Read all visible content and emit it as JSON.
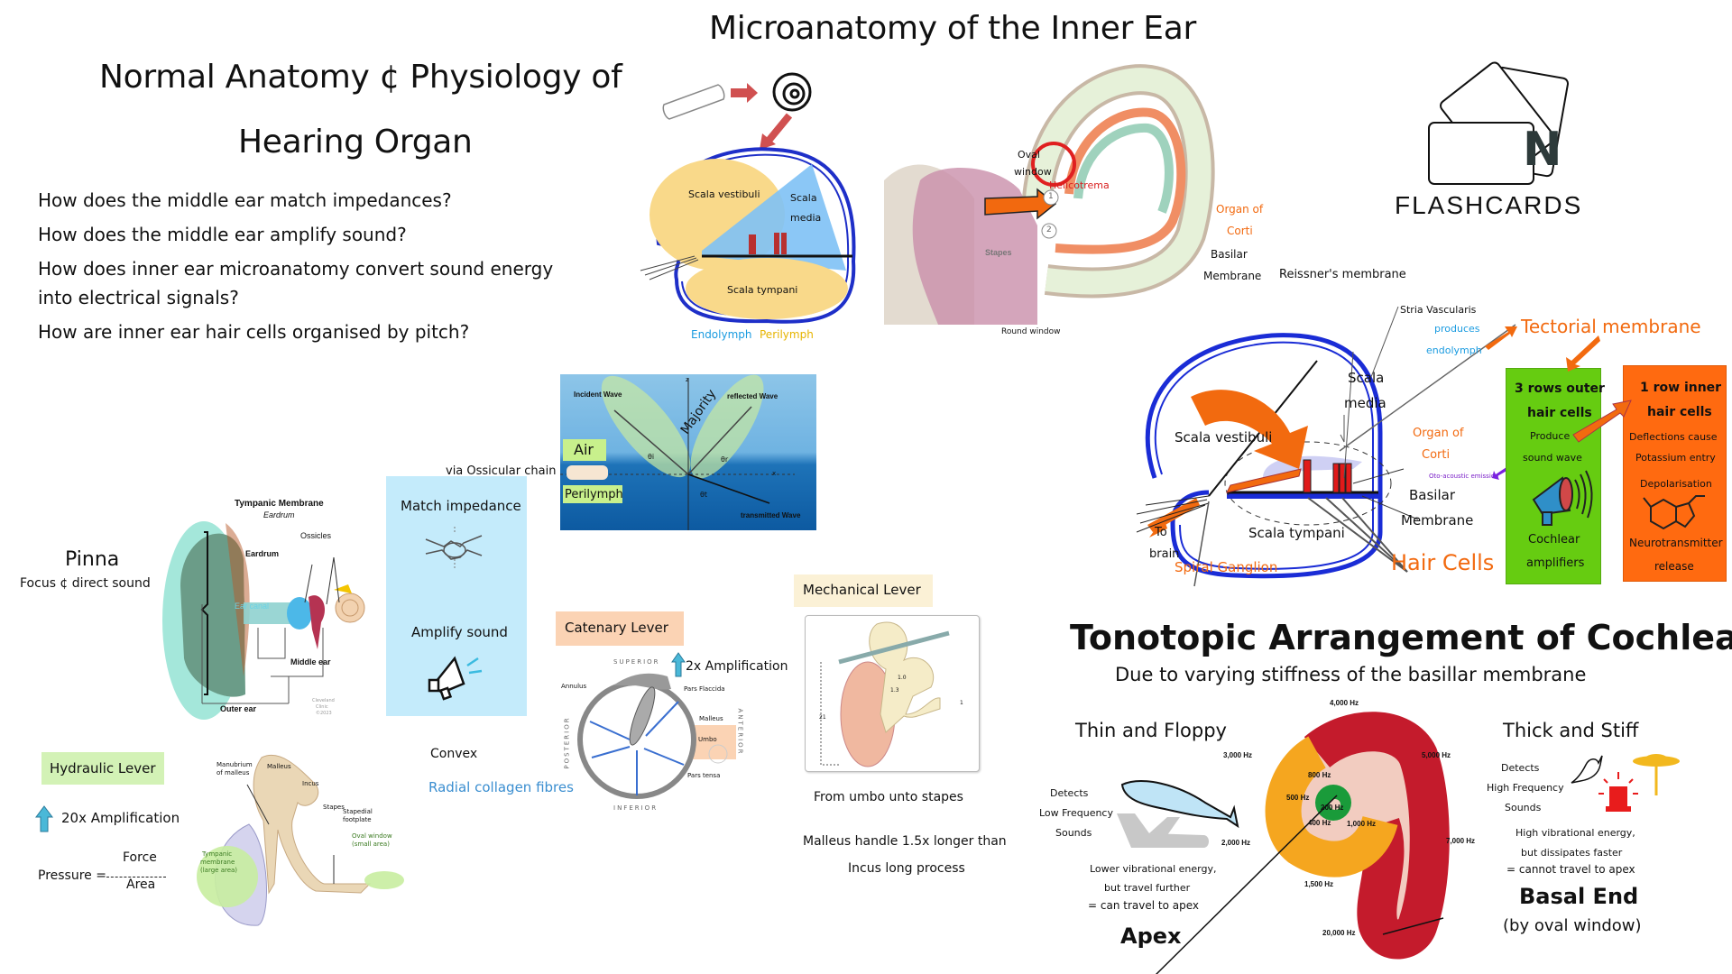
{
  "header": {
    "main_title_line1": "Normal Anatomy ¢ Physiology of",
    "main_title_line2": "Hearing Organ",
    "micro_title": "Microanatomy of the Inner Ear"
  },
  "questions": [
    "How does the middle ear match impedances?",
    "How does the middle ear amplify sound?",
    "How does inner ear microanatomy convert sound energy",
    "into electrical signals?",
    "How are inner ear hair cells organised by pitch?"
  ],
  "logo": {
    "text": "FLASHCARDS",
    "mark": "N"
  },
  "cross_section": {
    "scala_vestibuli": "Scala vestibuli",
    "scala_media_1": "Scala",
    "scala_media_2": "media",
    "scala_tympani": "Scala tympani",
    "legend_endolymph": "Endolymph",
    "legend_perilymph": "Perilymph"
  },
  "cochlea_spiral": {
    "oval_window_1": "Oval",
    "oval_window_2": "window",
    "helicotrema": "Helicotrema",
    "stapes": "Stapes",
    "round_window": "Round window",
    "organ_of_corti_1": "Organ of",
    "organ_of_corti_2": "Corti",
    "basilar_1": "Basilar",
    "basilar_2": "Membrane",
    "marker_1": "1",
    "marker_2": "2"
  },
  "organ_detail": {
    "reissner": "Reissner's membrane",
    "stria_1": "Stria Vascularis",
    "stria_2": "produces",
    "stria_3": "endolymph",
    "tectorial": "Tectorial membrane",
    "scala_media_1": "Scala",
    "scala_media_2": "media",
    "scala_vestibuli": "Scala vestibuli",
    "organ_of_corti_1": "Organ of",
    "organ_of_corti_2": "Corti",
    "oto": "Oto-acoustic emission",
    "basilar_1": "Basilar",
    "basilar_2": "Membrane",
    "to_brain_1": "To",
    "to_brain_2": "brain",
    "spiral_ganglion": "Spiral Ganglion",
    "scala_tympani": "Scala tympani",
    "hair_cells": "Hair Cells"
  },
  "outer_hair_cells": {
    "title_1": "3 rows outer",
    "title_2": "hair cells",
    "line_1": "Produce",
    "line_2": "sound wave",
    "line_3": "Cochlear",
    "line_4": "amplifiers",
    "color": "#66cc11"
  },
  "inner_hair_cells": {
    "title_1": "1 row inner",
    "title_2": "hair cells",
    "line_1": "Deflections cause",
    "line_2": "Potassium entry",
    "line_3": "Depolarisation",
    "line_4": "Neurotransmitter",
    "line_5": "release",
    "color": "#ff6a10"
  },
  "outer_ear": {
    "pinna": "Pinna",
    "pinna_sub": "Focus ¢ direct sound",
    "tm_title": "Tympanic Membrane",
    "tm_sub": "Eardrum",
    "ossicles": "Ossicles",
    "eardrum": "Eardrum",
    "ear_canal": "Ear canal",
    "middle_ear": "Middle ear",
    "outer_ear": "Outer ear",
    "credit_1": "Cleveland",
    "credit_2": "Clinic",
    "credit_3": "©2023"
  },
  "middle_ear_box": {
    "via": "via Ossicular chain",
    "match": "Match impedance",
    "amplify": "Amplify sound"
  },
  "wave_diagram": {
    "incident": "Incident Wave",
    "reflected": "reflected Wave",
    "transmitted": "transmitted Wave",
    "majority": "Majority",
    "air": "Air",
    "perilymph": "Perilymph",
    "z": "z",
    "x": "x",
    "theta_i": "θi",
    "theta_r": "θr",
    "theta_t": "θt"
  },
  "hydraulic": {
    "title": "Hydraulic Lever",
    "amp": "20x Amplification",
    "pressure": "Pressure =",
    "force": "Force",
    "area": "Area",
    "manubrium_1": "Manubrium",
    "manubrium_2": "of malleus",
    "malleus": "Malleus",
    "incus": "Incus",
    "stapes": "Stapes",
    "footplate_1": "Stapedial",
    "footplate_2": "footplate",
    "oval_1": "Oval window",
    "oval_2": "(small area)",
    "tm_1": "Tympanic",
    "tm_2": "membrane",
    "tm_3": "(large area)"
  },
  "catenary": {
    "title": "Catenary Lever",
    "amp": "2x Amplification",
    "convex": "Convex",
    "fibres": "Radial collagen fibres",
    "superior": "SUPERIOR",
    "inferior": "INFERIOR",
    "posterior": "POSTERIOR",
    "anterior": "ANTERIOR",
    "annulus": "Annulus",
    "pars_flaccida": "Pars Flaccida",
    "malleus": "Malleus",
    "umbo": "Umbo",
    "pars_tensa": "Pars tensa"
  },
  "mechanical": {
    "title": "Mechanical Lever",
    "caption": "From umbo unto stapes",
    "note_1": "Malleus handle 1.5x longer than",
    "note_2": "Incus long process",
    "dim_21": "21",
    "dim_13": "1.3",
    "dim_10": "1.0",
    "dim_1": "1"
  },
  "tonotopic": {
    "title": "Tonotopic Arrangement of Cochlea",
    "subtitle": "Due to varying stiffness of the basillar membrane",
    "left_heading": "Thin and Floppy",
    "left_detects_1": "Detects",
    "left_detects_2": "Low Frequency",
    "left_detects_3": "Sounds",
    "left_note_1": "Lower vibrational energy,",
    "left_note_2": "but travel further",
    "left_note_3": "= can travel to apex",
    "apex": "Apex",
    "right_heading": "Thick and Stiff",
    "right_detects_1": "Detects",
    "right_detects_2": "High Frequency",
    "right_detects_3": "Sounds",
    "right_note_1": "High vibrational energy,",
    "right_note_2": "but dissipates faster",
    "right_note_3": "= cannot travel to apex",
    "basal": "Basal End",
    "basal_sub": "(by oval window)",
    "freqs": {
      "f4000": "4,000 Hz",
      "f3000": "3,000 Hz",
      "f5000": "5,000 Hz",
      "f800": "800 Hz",
      "f500": "500 Hz",
      "f200": "200 Hz",
      "f400": "400 Hz",
      "f1000": "1,000 Hz",
      "f2000": "2,000 Hz",
      "f7000": "7,000 Hz",
      "f1500": "1,500 Hz",
      "f20000": "20,000 Hz"
    }
  }
}
